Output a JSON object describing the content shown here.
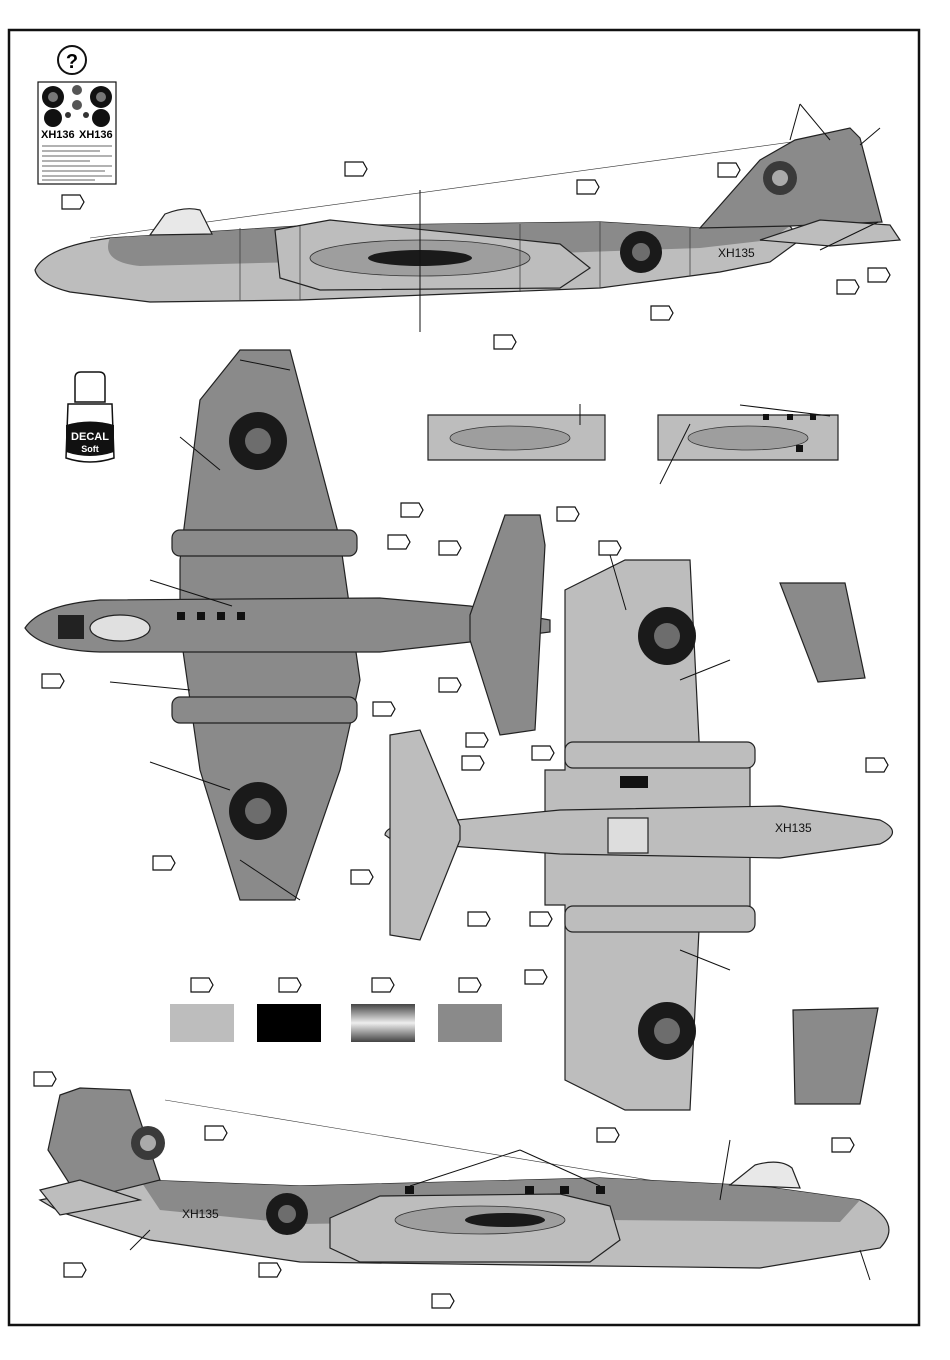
{
  "header": {
    "help_symbol": "?"
  },
  "decal_sheet": {
    "serial_left": "XH136",
    "serial_right": "XH136"
  },
  "decal_soft_bottle": {
    "label_line1": "DECAL",
    "label_line2": "Soft"
  },
  "aircraft": {
    "serial_side": "XH135",
    "serial_underside": "XH135"
  },
  "colors": {
    "light_grey": "#bdbdbd",
    "black": "#000000",
    "metallic_silver": "#9a9a9a",
    "medium_grey": "#8a8a8a",
    "roundel_outer": "#1a1a1a",
    "roundel_inner": "#6d6d6d",
    "line": "#111111"
  },
  "color_swatches": [
    {
      "name": "light-grey",
      "color": "#bdbdbd"
    },
    {
      "name": "black",
      "color": "#000000"
    },
    {
      "name": "metallic-silver",
      "color": "gradient"
    },
    {
      "name": "medium-grey",
      "color": "#8a8a8a"
    }
  ],
  "icons": [
    "help-icon",
    "decal-soft-bottle-icon",
    "reference-flag-icon",
    "roundel-icon",
    "squadron-badge-icon"
  ]
}
